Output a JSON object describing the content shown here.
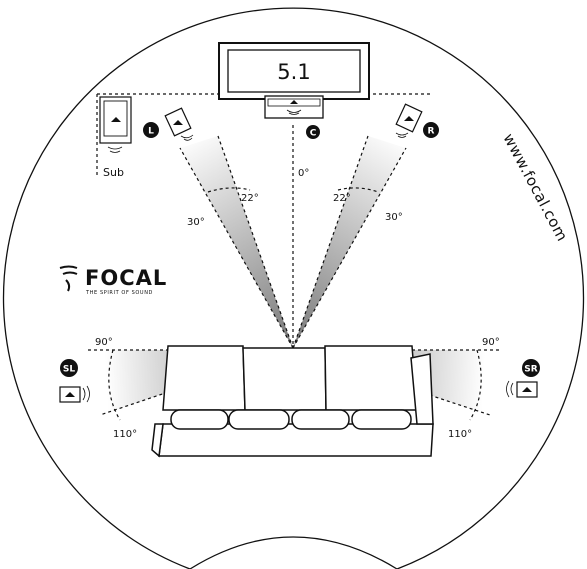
{
  "diagram": {
    "title": "5.1",
    "speakers": {
      "center": "C",
      "left": "L",
      "right": "R",
      "surround_left": "SL",
      "surround_right": "SR",
      "sub": "Sub"
    },
    "angles": {
      "center": "0°",
      "front_inner_left": "22°",
      "front_outer_left": "30°",
      "front_inner_right": "22°",
      "front_outer_right": "30°",
      "side_left": "90°",
      "side_right": "90°",
      "rear_left": "110°",
      "rear_right": "110°"
    },
    "brand": {
      "name": "FOCAL",
      "tagline": "THE SPIRIT OF SOUND",
      "url": "www.focal.com"
    }
  },
  "colors": {
    "line": "#111111",
    "wedge_dark": "#9a9a9a",
    "background": "#ffffff"
  }
}
